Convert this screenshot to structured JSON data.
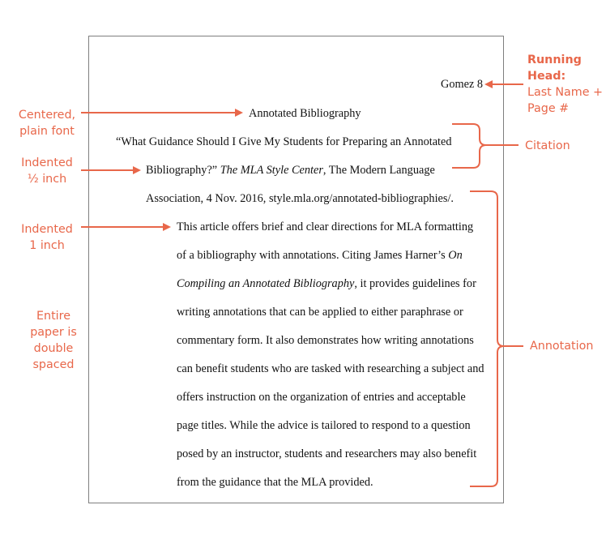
{
  "document": {
    "running_head": "Gomez 8",
    "title": "Annotated Bibliography",
    "citation": {
      "line1": "“What Guidance Should I Give My Students for Preparing an Annotated",
      "line2_pre": "Bibliography?” ",
      "line2_italic": "The MLA Style Center",
      "line2_post": ", The Modern Language",
      "line3": "Association, 4 Nov. 2016, style.mla.org/annotated-bibliographies/."
    },
    "annotation": {
      "line1": "This article offers brief and clear directions for MLA formatting",
      "line2_pre": "of a bibliography with annotations. Citing James Harner’s ",
      "line2_italic": "On",
      "line3_italic": "Compiling an Annotated Bibliography",
      "line3_post": ", it provides guidelines for",
      "line4": "writing annotations that can be applied to either paraphrase or",
      "line5": "commentary form. It also demonstrates how writing annotations",
      "line6": "can benefit students who are tasked with researching a subject and",
      "line7": "offers instruction on the organization of entries and acceptable",
      "line8": "page titles. While the advice is tailored to respond to a question",
      "line9": "posed by an instructor, students and researchers may also benefit",
      "line10": "from the guidance that the MLA provided."
    }
  },
  "notes": {
    "running_head": {
      "title1": "Running",
      "title2": "Head:",
      "sub1": "Last Name +",
      "sub2": "Page #"
    },
    "centered": {
      "line1": "Centered,",
      "line2": "plain font"
    },
    "indent_half": {
      "line1": "Indented",
      "line2": "½ inch"
    },
    "indent_one": {
      "line1": "Indented",
      "line2": "1 inch"
    },
    "double_spaced": {
      "line1": "Entire",
      "line2": "paper is",
      "line3": "double",
      "line4": "spaced"
    },
    "citation": "Citation",
    "annotation": "Annotation"
  },
  "colors": {
    "accent": "#e8674a",
    "page_border": "#7f7f7f",
    "text": "#111111"
  }
}
